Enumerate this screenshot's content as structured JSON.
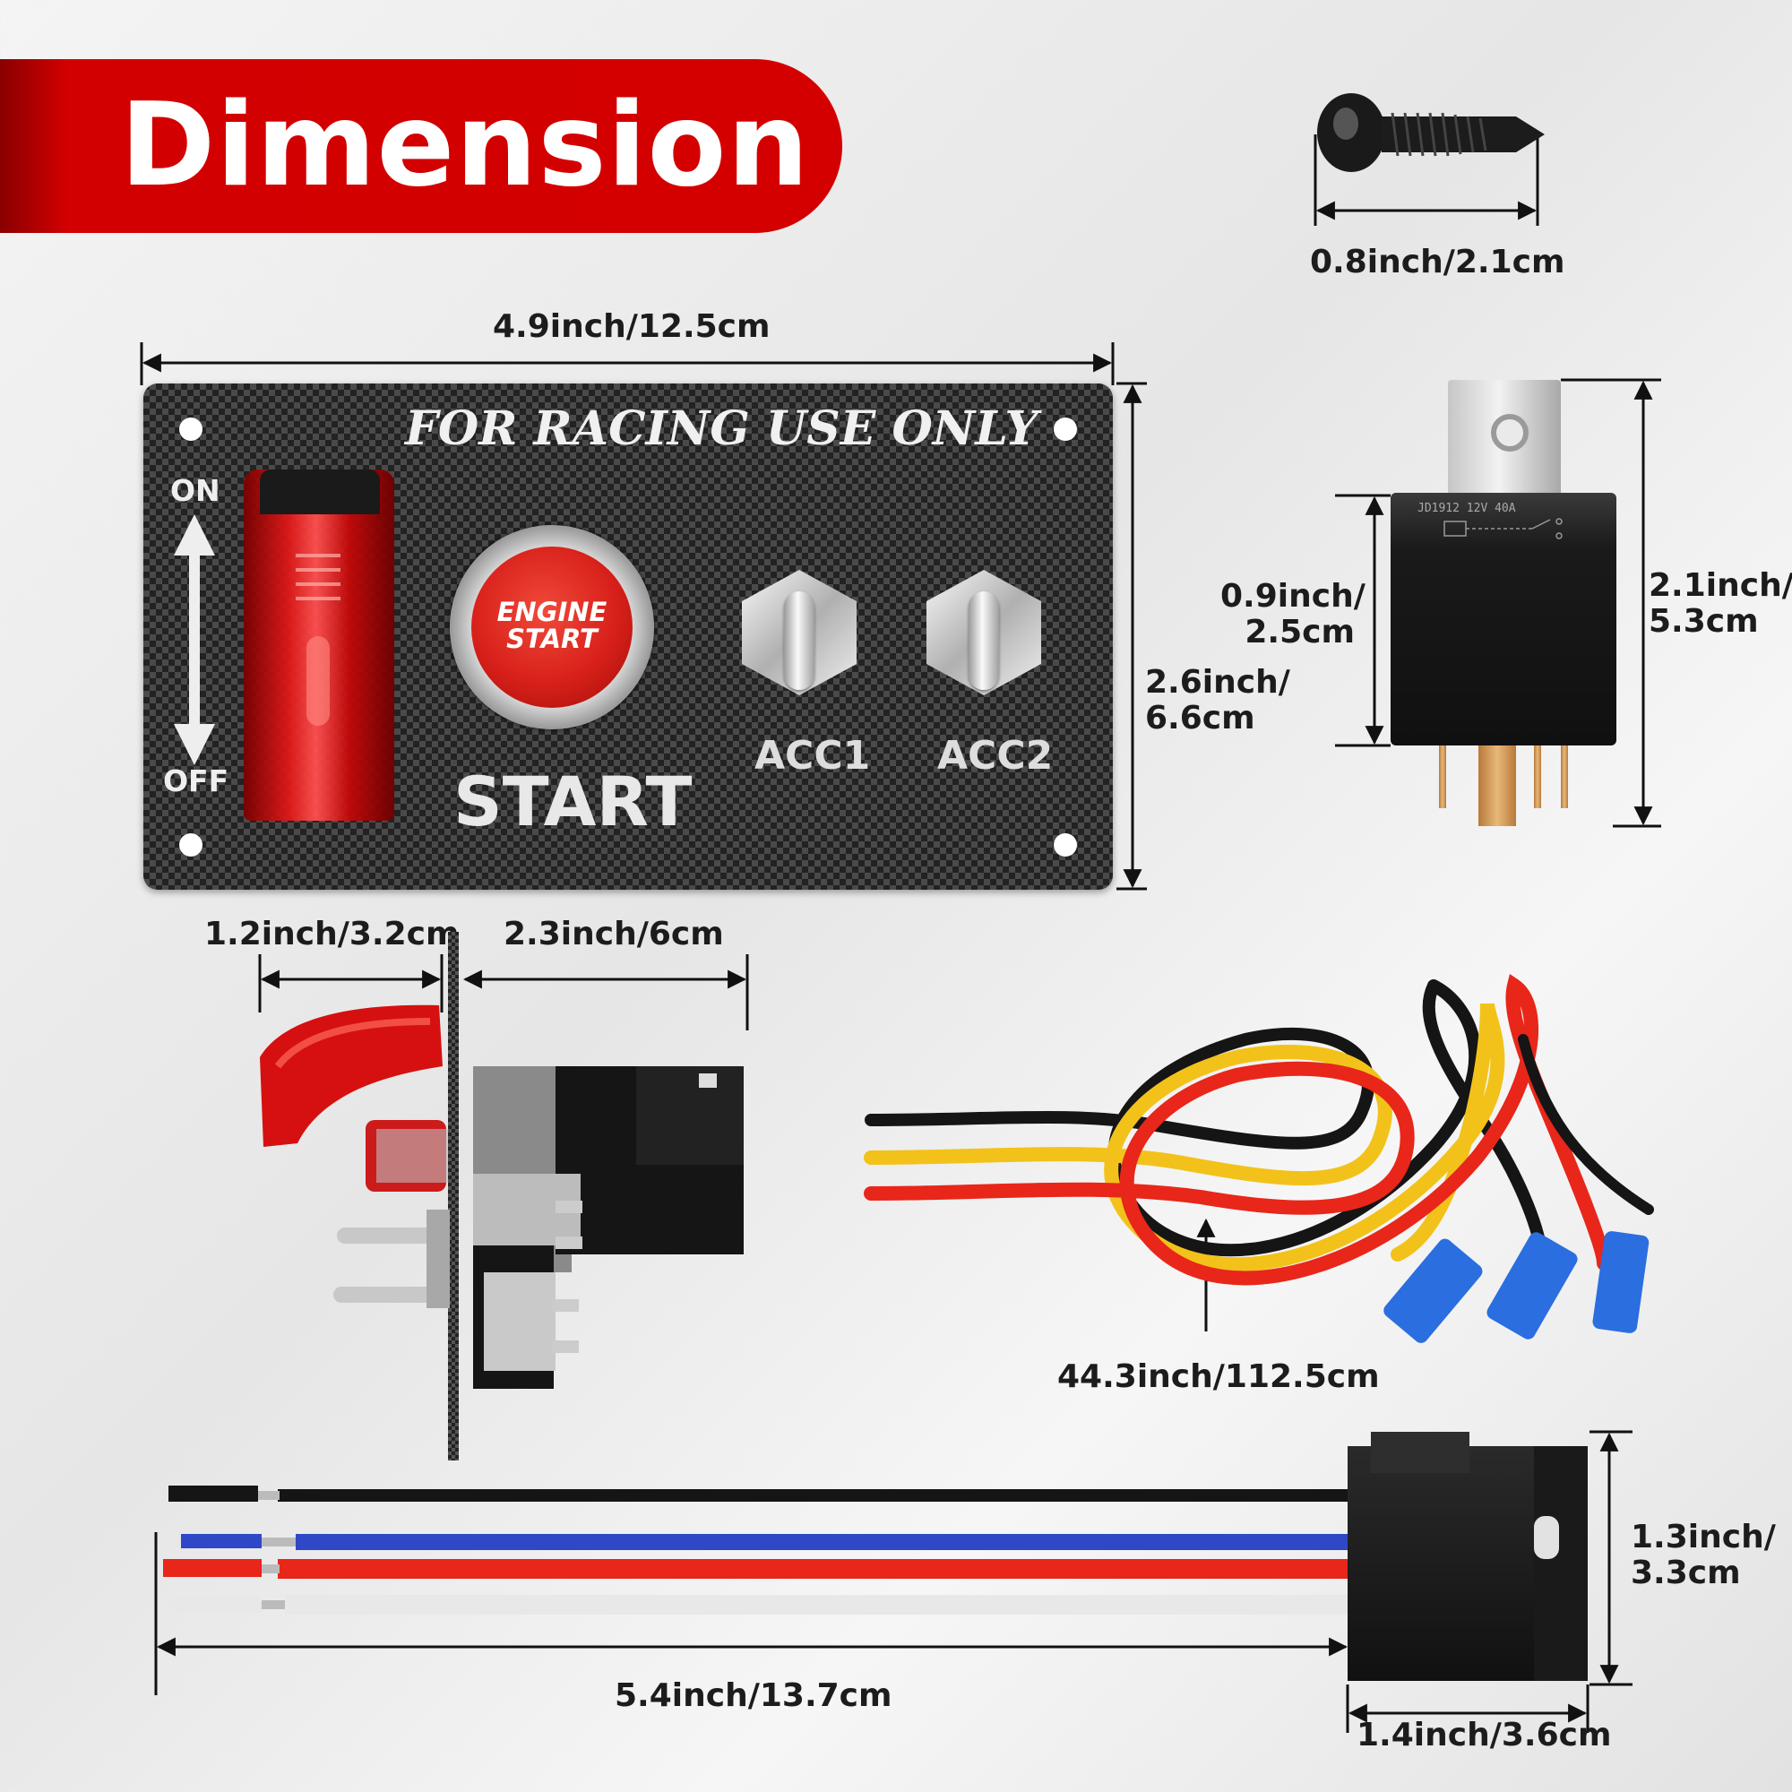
{
  "banner": {
    "title": "Dimension"
  },
  "panel": {
    "header": "FOR RACING USE ONLY",
    "on_label": "ON",
    "off_label": "OFF",
    "button_text_line1": "ENGINE",
    "button_text_line2": "START",
    "start_label": "START",
    "acc1_label": "ACC1",
    "acc2_label": "ACC2"
  },
  "relay": {
    "model_text": "JD1912 12V 40A"
  },
  "dimensions": {
    "screw_width": "0.8inch/2.1cm",
    "panel_width": "4.9inch/12.5cm",
    "panel_height_line1": "2.6inch/",
    "panel_height_line2": "6.6cm",
    "relay_body_height_line1": "0.9inch/",
    "relay_body_height_line2": "2.5cm",
    "relay_total_height_line1": "2.1inch/",
    "relay_total_height_line2": "5.3cm",
    "cover_depth": "1.2inch/3.2cm",
    "switch_depth": "2.3inch/6cm",
    "harness_length": "44.3inch/112.5cm",
    "socket_height_line1": "1.3inch/",
    "socket_height_line2": "3.3cm",
    "socket_wire_length": "5.4inch/13.7cm",
    "socket_width": "1.4inch/3.6cm"
  },
  "colors": {
    "banner_red": "#d40000",
    "wire_red": "#e8261a",
    "wire_yellow": "#f2c21a",
    "wire_black": "#151515",
    "wire_blue": "#2f48c8",
    "wire_white": "#e8e8e8",
    "terminal_blue": "#2a6ee0"
  }
}
